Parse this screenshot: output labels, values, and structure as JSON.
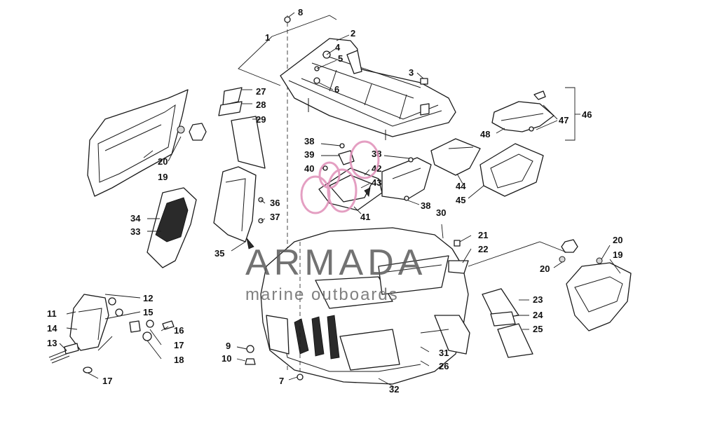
{
  "callouts": [
    "1",
    "2",
    "3",
    "4",
    "5",
    "6",
    "7",
    "8",
    "9",
    "10",
    "11",
    "12",
    "13",
    "14",
    "15",
    "16",
    "17",
    "17",
    "18",
    "19",
    "19",
    "20",
    "20",
    "20",
    "21",
    "22",
    "23",
    "24",
    "25",
    "26",
    "27",
    "28",
    "29",
    "30",
    "31",
    "32",
    "33",
    "34",
    "35",
    "36",
    "37",
    "38",
    "38",
    "38",
    "39",
    "40",
    "41",
    "42",
    "43",
    "44",
    "45",
    "46",
    "47",
    "48"
  ],
  "watermark": {
    "title": "ARMADA",
    "subtitle": "marine outboards"
  },
  "colors": {
    "line": "#1a1a1a",
    "watermark_text": "#5a5a5a",
    "logo_pink": "#e08fb8",
    "background": "#ffffff"
  }
}
